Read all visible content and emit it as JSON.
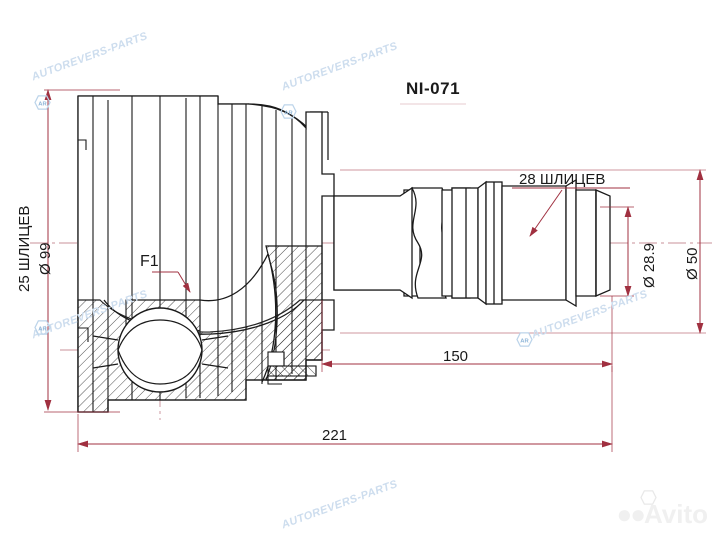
{
  "drawing": {
    "part_number": "NI-071",
    "subject": "cv-joint-technical-drawing",
    "labels": {
      "inner_splines": "25 ШЛИЦЕВ",
      "inner_diameter": "Ø 99",
      "outer_splines": "28 ШЛИЦЕВ",
      "shaft_spline_diameter": "Ø 28.9",
      "shaft_diameter": "Ø 50",
      "section_callout": "F1",
      "length_shaft": "150",
      "length_total": "221"
    },
    "dimensions": {
      "housing_diameter_mm": 99,
      "housing_spline_count": 25,
      "shaft_spline_count": 28,
      "shaft_spline_diameter_mm": 28.9,
      "shaft_diameter_mm": 50,
      "shaft_length_mm": 150,
      "total_length_mm": 221
    },
    "colors": {
      "outline": "#1a1a1a",
      "dimension": "#a03040",
      "centerline": "#c08890",
      "watermark": "#cdddee",
      "background": "#ffffff"
    }
  },
  "watermarks": {
    "brand_text": "AUTOREVERS-PARTS",
    "marketplace": "Avito",
    "logo": "ar-hexagon-logo"
  }
}
